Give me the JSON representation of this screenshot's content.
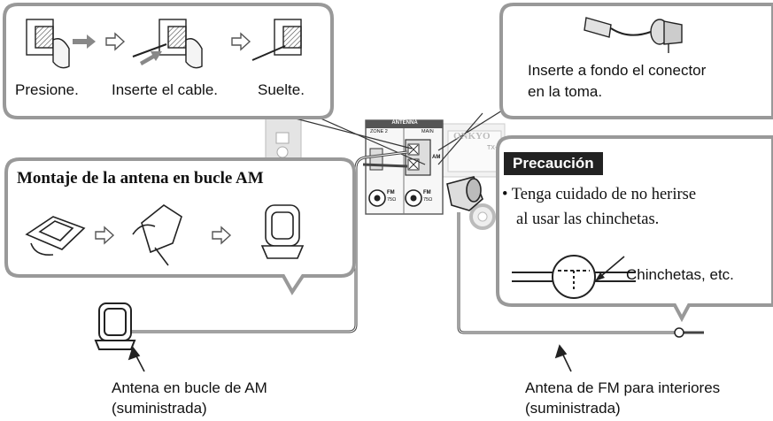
{
  "steps_panel": {
    "labels": [
      "Presione.",
      "Inserte el cable.",
      "Suelte."
    ]
  },
  "connector_panel": {
    "line1": "Inserte a fondo el conector",
    "line2": "en la toma."
  },
  "am_panel": {
    "title": "Montaje de la antena en bucle AM"
  },
  "caution_panel": {
    "badge": "Precaución",
    "line1": "• Tenga cuidado de no herirse",
    "line2": "al usar las chinchetas.",
    "pin_label": "Chinchetas, etc."
  },
  "receiver": {
    "antenna_header": "ANTENNA",
    "zone2": "ZONE 2",
    "main": "MAIN",
    "am": "AM",
    "fm": "FM",
    "ohm": "75Ω",
    "brand": "ONKYO",
    "model": "TX-"
  },
  "captions": {
    "am_line1": "Antena en bucle de AM",
    "am_line2": "(suministrada)",
    "fm_line1": "Antena de FM para interiores",
    "fm_line2": "(suministrada)"
  }
}
